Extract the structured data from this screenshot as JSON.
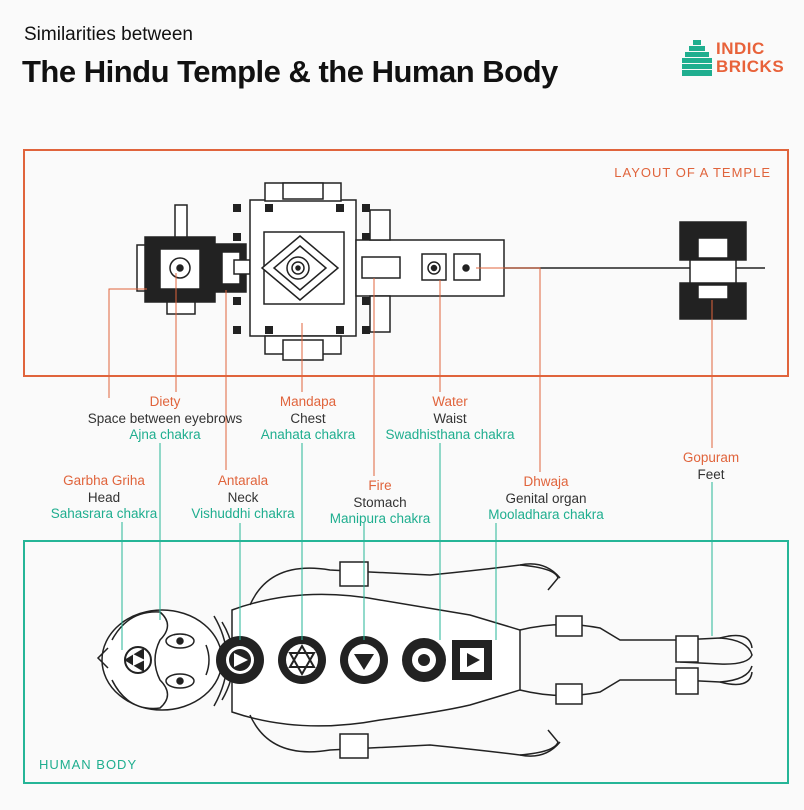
{
  "header": {
    "subtitle": "Similarities between",
    "title": "The Hindu Temple & the Human Body"
  },
  "logo": {
    "line1": "INDIC",
    "line2": "BRICKS"
  },
  "temple": {
    "label": "LAYOUT OF A TEMPLE"
  },
  "body": {
    "label": "HUMAN BODY"
  },
  "mappings": [
    {
      "temple": "Diety",
      "body": "Space between eyebrows",
      "chakra": "Ajna chakra"
    },
    {
      "temple": "Mandapa",
      "body": "Chest",
      "chakra": "Anahata chakra"
    },
    {
      "temple": "Water",
      "body": "Waist",
      "chakra": "Swadhisthana chakra"
    },
    {
      "temple": "Garbha Griha",
      "body": "Head",
      "chakra": "Sahasrara chakra"
    },
    {
      "temple": "Antarala",
      "body": "Neck",
      "chakra": "Vishuddhi chakra"
    },
    {
      "temple": "Fire",
      "body": "Stomach",
      "chakra": "Manipura chakra"
    },
    {
      "temple": "Dhwaja",
      "body": "Genital organ",
      "chakra": "Mooladhara chakra"
    },
    {
      "temple": "Gopuram",
      "body": "Feet",
      "chakra": ""
    }
  ],
  "colors": {
    "temple_accent": "#e0643c",
    "body_accent": "#25b597",
    "ink": "#222222"
  }
}
